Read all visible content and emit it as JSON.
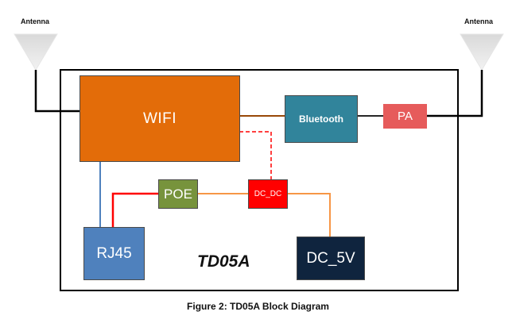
{
  "antennas": {
    "left_label": "Antenna",
    "right_label": "Antenna"
  },
  "blocks": {
    "wifi": "WIFI",
    "bluetooth": "Bluetooth",
    "pa": "PA",
    "poe": "POE",
    "dc_dc": "DC_DC",
    "rj45": "RJ45",
    "dc_5v": "DC_5V"
  },
  "model_name": "TD05A",
  "caption": "Figure 2: TD05A Block Diagram",
  "colors": {
    "wifi": "#e36c09",
    "bluetooth": "#31849b",
    "pa": "#e65b5b",
    "poe": "#77933c",
    "dc_dc": "#ff0000",
    "rj45": "#4f81bd",
    "dc_5v": "#0f243e",
    "line_brown": "#984807",
    "line_red": "#ff0000",
    "line_orange": "#f79646",
    "line_blue": "#4f81bd"
  }
}
